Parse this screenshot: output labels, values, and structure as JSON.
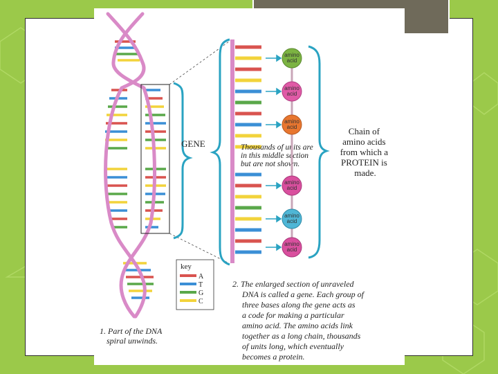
{
  "figure": {
    "gene_label": "GENE",
    "middle_note": [
      "Thousands of units are",
      "in this middle section",
      "but are not shown."
    ],
    "chain_text": [
      "Chain of",
      "amino acids",
      "from which a",
      "PROTEIN is",
      "made."
    ],
    "amino_acid_label": [
      "amino",
      "acid"
    ],
    "amino_acids": [
      {
        "color": "#7cb342"
      },
      {
        "color": "#e05aa6"
      },
      {
        "color": "#e8762f"
      },
      {
        "color": "#d94f9e"
      },
      {
        "color": "#4fb6d6"
      },
      {
        "color": "#d94f9e"
      }
    ],
    "key": {
      "title": "key",
      "items": [
        {
          "letter": "A",
          "color": "#d9534f"
        },
        {
          "letter": "T",
          "color": "#3b8fd6"
        },
        {
          "letter": "G",
          "color": "#5aa84a"
        },
        {
          "letter": "C",
          "color": "#f2d33b"
        }
      ]
    },
    "caption_1": [
      "1. Part of the DNA",
      "spiral unwinds."
    ],
    "caption_2": [
      "2. The enlarged section of unraveled",
      "DNA is called a gene. Each group of",
      "three bases along the gene acts as",
      "a code for making a particular",
      "amino acid. The amino acids link",
      "together as a long chain, thousands",
      "of units long, which eventually",
      "becomes a protein."
    ]
  }
}
